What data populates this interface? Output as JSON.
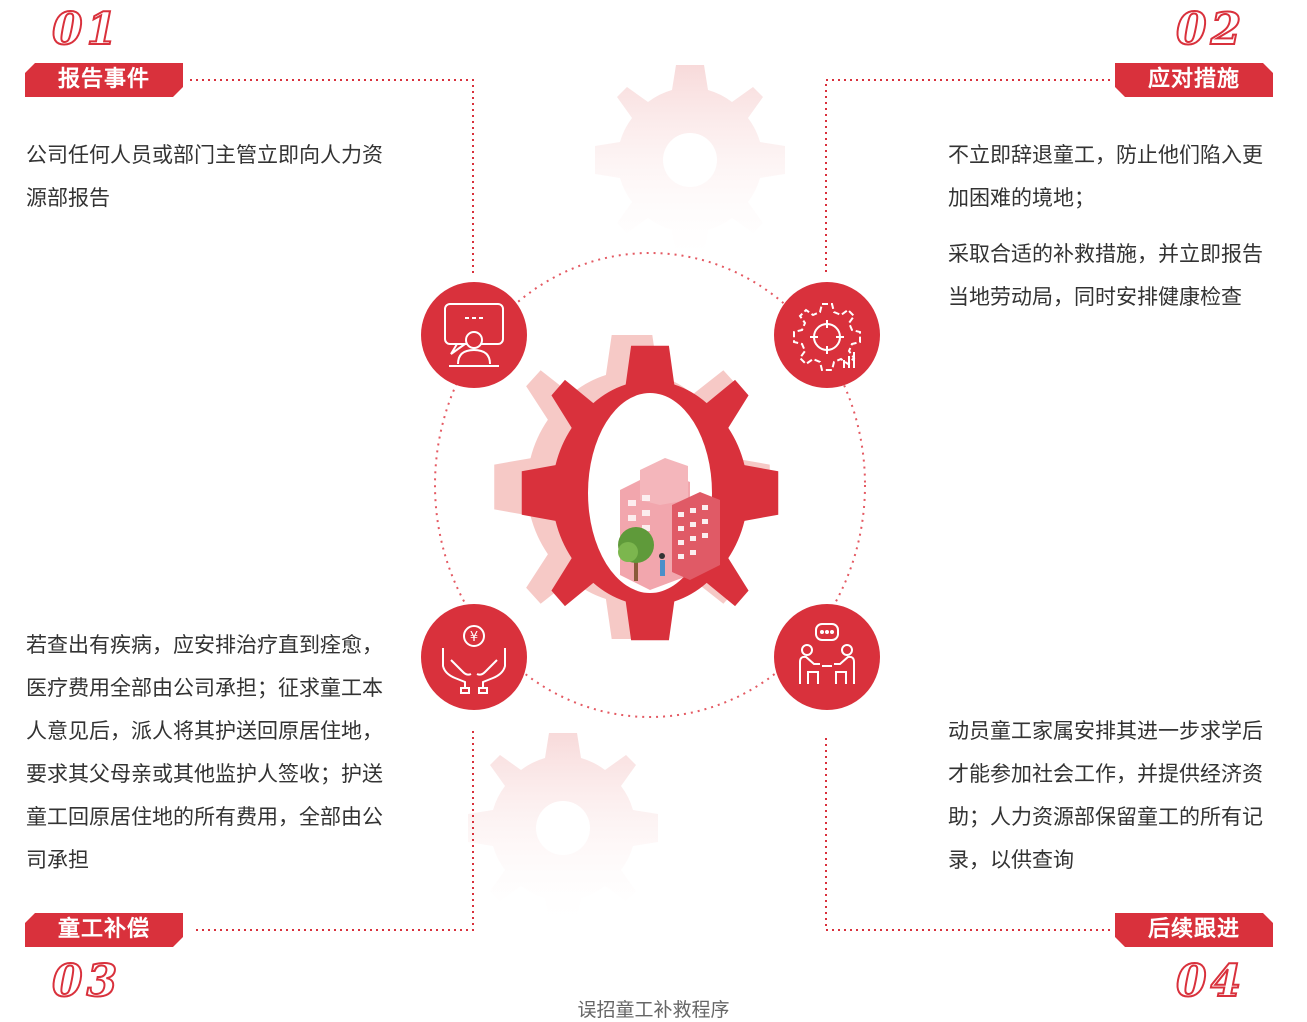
{
  "steps": [
    {
      "number": "01",
      "title": "报告事件",
      "paragraphs": [
        "公司任何人员或部门主管立即向人力资源部报告"
      ]
    },
    {
      "number": "02",
      "title": "应对措施",
      "paragraphs": [
        "不立即辞退童工，防止他们陷入更加困难的境地；",
        "采取合适的补救措施，并立即报告当地劳动局，同时安排健康检查"
      ]
    },
    {
      "number": "03",
      "title": "童工补偿",
      "paragraphs": [
        "若查出有疾病，应安排治疗直到痊愈，医疗费用全部由公司承担；征求童工本人意见后，派人将其护送回原居住地，要求其父母亲或其他监护人签收；护送童工回原居住地的所有费用，全部由公司承担"
      ]
    },
    {
      "number": "04",
      "title": "后续跟进",
      "paragraphs": [
        "动员童工家属安排其进一步求学后才能参加社会工作，并提供经济资助；人力资源部保留童工的所有记录，以供查询"
      ]
    }
  ],
  "caption": "误招童工补救程序",
  "icons": [
    "presentation-person-icon",
    "gear-target-icon",
    "hands-money-icon",
    "meeting-chat-icon"
  ],
  "colors": {
    "accent": "#d9313c",
    "light_gear": "#fbe9e9",
    "text": "#333333"
  }
}
